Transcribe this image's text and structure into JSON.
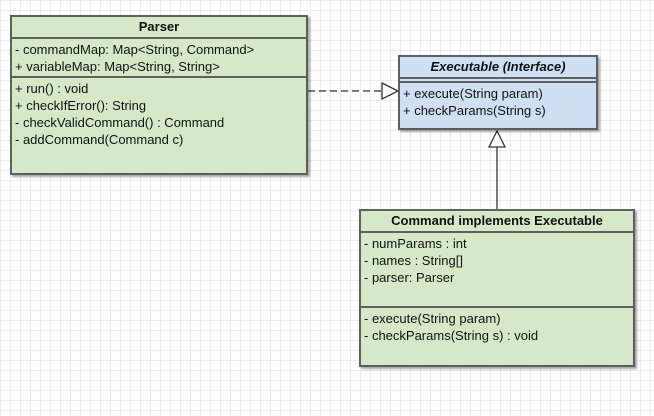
{
  "parser": {
    "name": "Parser",
    "attributes": [
      "- commandMap: Map<String, Command>",
      "+ variableMap: Map<String, String>"
    ],
    "methods": [
      "+ run() : void",
      "+ checkIfError(): String",
      "- checkValidCommand() : Command",
      "- addCommand(Command c)"
    ]
  },
  "executable": {
    "name": "Executable (Interface)",
    "methods": [
      "+ execute(String param)",
      "+ checkParams(String s)"
    ]
  },
  "command": {
    "name": "Command implements Executable",
    "attributes": [
      "- numParams : int",
      "- names : String[]",
      "- parser: Parser"
    ],
    "methods": [
      "- execute(String param)",
      "- checkParams(String s) : void"
    ]
  },
  "relations": [
    {
      "from": "Parser",
      "to": "Executable (Interface)",
      "type": "realization"
    },
    {
      "from": "Command implements Executable",
      "to": "Executable (Interface)",
      "type": "generalization"
    }
  ],
  "colors": {
    "class_fill": "#d6e8c8",
    "interface_fill": "#cfe0f4",
    "border": "#5f5f5f",
    "grid": "#ececec"
  }
}
